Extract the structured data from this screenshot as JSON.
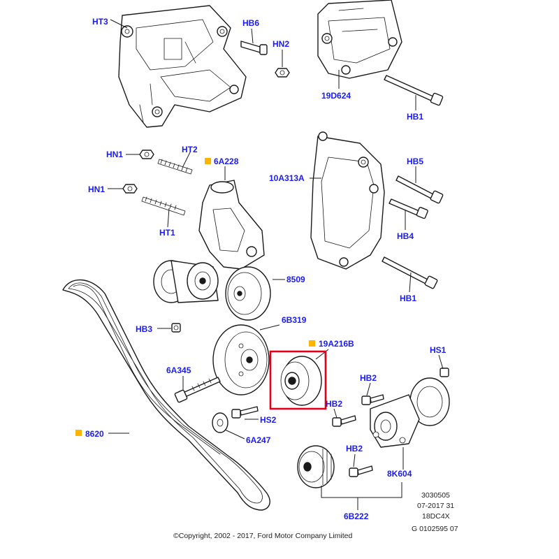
{
  "diagram": {
    "callouts": {
      "ht3": "HT3",
      "hb6": "HB6",
      "hn2": "HN2",
      "c19d624": "19D624",
      "hb1_top": "HB1",
      "hn1_a": "HN1",
      "ht2": "HT2",
      "c6a228": "6A228",
      "c10a313a": "10A313A",
      "hb5": "HB5",
      "hn1_b": "HN1",
      "ht1": "HT1",
      "hb4": "HB4",
      "c8509": "8509",
      "hb1_mid": "HB1",
      "hb3": "HB3",
      "c6b319": "6B319",
      "c19a216b": "19A216B",
      "hs1": "HS1",
      "c6a345": "6A345",
      "hb2_a": "HB2",
      "hb2_b": "HB2",
      "hs2": "HS2",
      "c8620": "8620",
      "c6a247": "6A247",
      "hb2_c": "HB2",
      "c8k604": "8K604",
      "c6b222": "6B222"
    },
    "info_block": {
      "line1": "3030505",
      "line2": "07-2017 31",
      "line3": "18DC4X",
      "line4": "G 0102595 07"
    },
    "copyright": "©Copyright, 2002 - 2017, Ford Motor Company Limited",
    "colors": {
      "callout": "#1a1aff",
      "marker": "#ffb400",
      "highlight": "#e3001b",
      "line": "#1a1a1a"
    },
    "icons": {
      "marker": "square-marker-icon"
    }
  }
}
